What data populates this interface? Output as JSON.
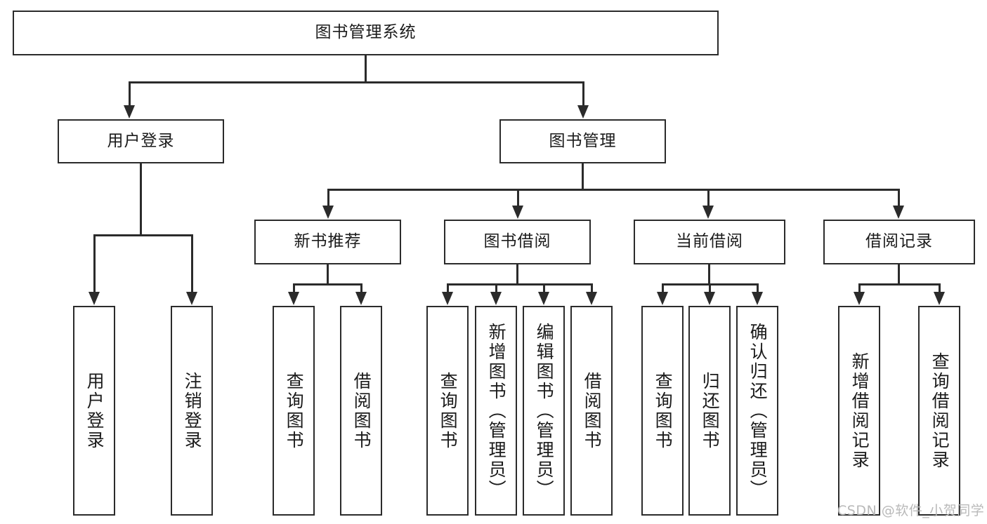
{
  "diagram": {
    "title": "图书管理系统",
    "type": "hierarchy-tree",
    "root": {
      "label": "图书管理系统"
    },
    "level2": [
      {
        "label": "用户登录"
      },
      {
        "label": "图书管理"
      }
    ],
    "level3": [
      {
        "label": "新书推荐"
      },
      {
        "label": "图书借阅"
      },
      {
        "label": "当前借阅"
      },
      {
        "label": "借阅记录"
      }
    ],
    "leaves": {
      "user_login": [
        {
          "label": "用户登录"
        },
        {
          "label": "注销登录"
        }
      ],
      "new_book_recommend": [
        {
          "label": "查询图书"
        },
        {
          "label": "借阅图书"
        }
      ],
      "book_borrow": [
        {
          "label": "查询图书"
        },
        {
          "label": "新增图书（管理员）"
        },
        {
          "label": "编辑图书（管理员）"
        },
        {
          "label": "借阅图书"
        }
      ],
      "current_borrow": [
        {
          "label": "查询图书"
        },
        {
          "label": "归还图书"
        },
        {
          "label": "确认归还（管理员）"
        }
      ],
      "borrow_record": [
        {
          "label": "新增借阅记录"
        },
        {
          "label": "查询借阅记录"
        }
      ]
    }
  },
  "watermark": {
    "text": "CSDN @软件_小贺同学"
  },
  "colors": {
    "stroke": "#2b2b2b",
    "text": "#1b1b1b",
    "background": "#ffffff",
    "watermark": "#b9b9b9"
  }
}
